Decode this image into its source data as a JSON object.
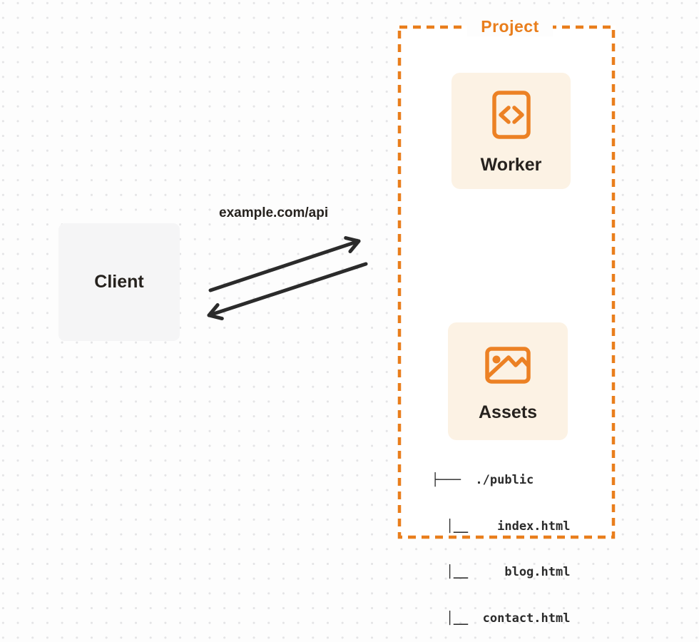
{
  "colors": {
    "accent_orange": "#E97E1C",
    "icon_orange": "#EC8124",
    "card_background": "#FCF2E4",
    "client_background": "#F5F5F6",
    "page_background": "#FDFDFD",
    "dot_grid": "#E4E4E6",
    "arrow": "#2B2B2B",
    "text_dark": "#26221E"
  },
  "client": {
    "label": "Client"
  },
  "request": {
    "label": "example.com/api"
  },
  "project": {
    "label": "Project",
    "worker": {
      "label": "Worker",
      "icon": "code-file-icon"
    },
    "assets": {
      "label": "Assets",
      "icon": "image-icon"
    },
    "file_tree": {
      "lines": [
        "├───  ./public",
        "  │__    index.html",
        "  │__     blog.html",
        "  │__  contact.html"
      ]
    }
  }
}
